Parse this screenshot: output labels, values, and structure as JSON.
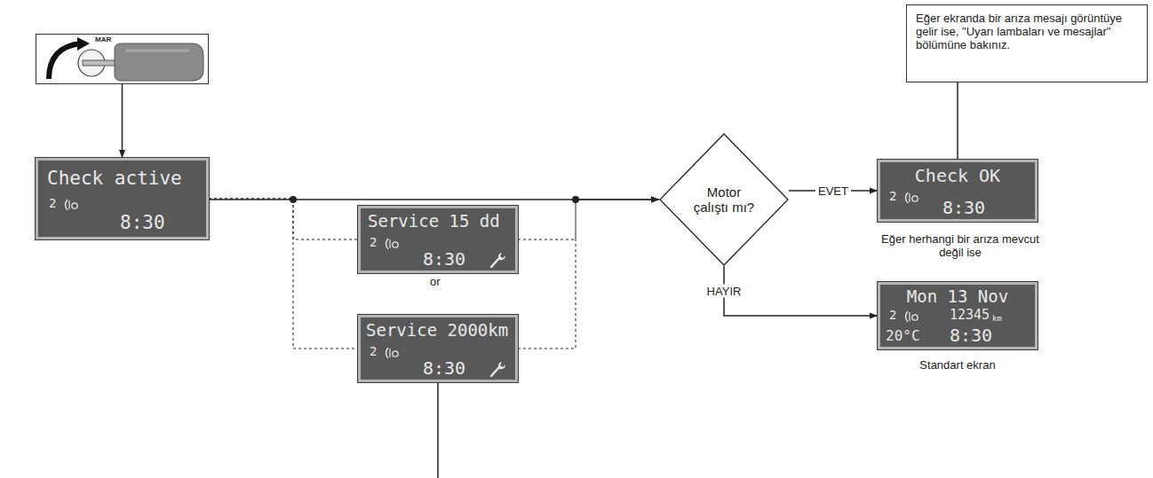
{
  "diagram": {
    "nodes": [
      {
        "text": [
          "MAR"
        ]
      },
      {
        "text": [
          "Check active",
          "2",
          "8:30"
        ]
      },
      {
        "text": [
          "Service 15 dd",
          "2",
          "8:30"
        ]
      },
      {
        "text": [
          "Service 2000km",
          "2",
          "8:30"
        ]
      },
      {
        "text": [
          "Motor çalıştı mı?"
        ]
      },
      {
        "text": [
          "Eğer ekranda bir arıza mesajı görüntüye gelir ise, \"Uyarı lambaları ve mesajlar\" bölümüne bakınız."
        ]
      },
      {
        "text": [
          "Check OK",
          "2",
          "8:30",
          "Eğer herhangi bir arıza mevcut değil ise"
        ]
      },
      {
        "text": [
          "Mon 13 Nov",
          "2",
          "12345",
          "km",
          "20°C",
          "8:30",
          "Standart ekran"
        ]
      }
    ],
    "edges": [
      {
        "from": 0,
        "to": 1,
        "arrow": "to"
      },
      {
        "from": 1,
        "to": 4,
        "arrow": "to"
      },
      {
        "from": 1,
        "to": 2,
        "arrow": "none"
      },
      {
        "from": 1,
        "to": 3,
        "arrow": "none"
      },
      {
        "from": 2,
        "to": 4,
        "arrow": "to"
      },
      {
        "from": 3,
        "to": 4,
        "arrow": "to"
      },
      {
        "from": 4,
        "to": 6,
        "label": "EVET",
        "arrow": "to"
      },
      {
        "from": 4,
        "to": 7,
        "label": "HAYIR",
        "arrow": "to"
      },
      {
        "from": 5,
        "to": 6,
        "arrow": "none"
      }
    ],
    "labels": [
      "or"
    ]
  }
}
